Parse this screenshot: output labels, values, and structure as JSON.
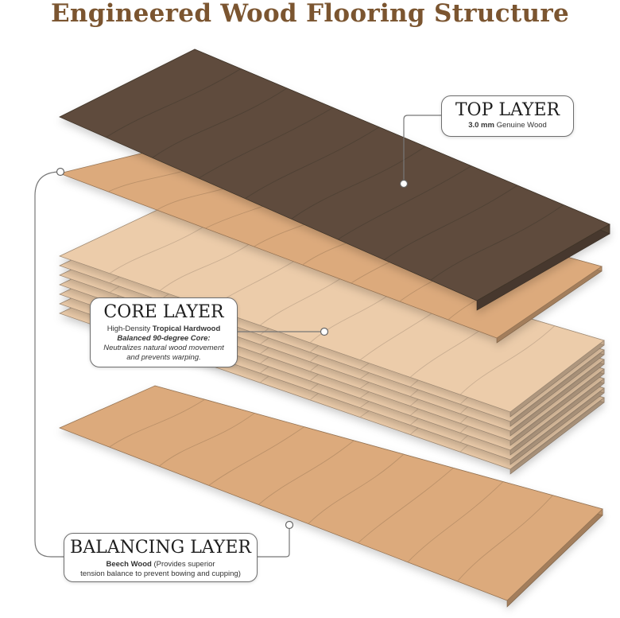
{
  "title": "Engineered Wood Flooring Structure",
  "colors": {
    "title": "#7b5530",
    "top_layer_wood": "#5e4c3d",
    "core_wood": "#ecccaa",
    "balancing_wood": "#dcaa7c",
    "leader_line": "#777777"
  },
  "callouts": {
    "top": {
      "heading": "TOP LAYER",
      "thickness": "3.0 mm",
      "material": "Genuine Wood"
    },
    "core": {
      "heading": "CORE LAYER",
      "density": "High-Density",
      "material": "Tropical Hardwood",
      "feature_title": "Balanced 90-degree Core:",
      "feature_text_1": "Neutralizes natural wood movement",
      "feature_text_2": "and prevents warping."
    },
    "balancing": {
      "heading": "BALANCING LAYER",
      "material": "Beech Wood",
      "desc_1": "(Provides superior",
      "desc_2": "tension balance to prevent bowing and cupping)"
    }
  }
}
